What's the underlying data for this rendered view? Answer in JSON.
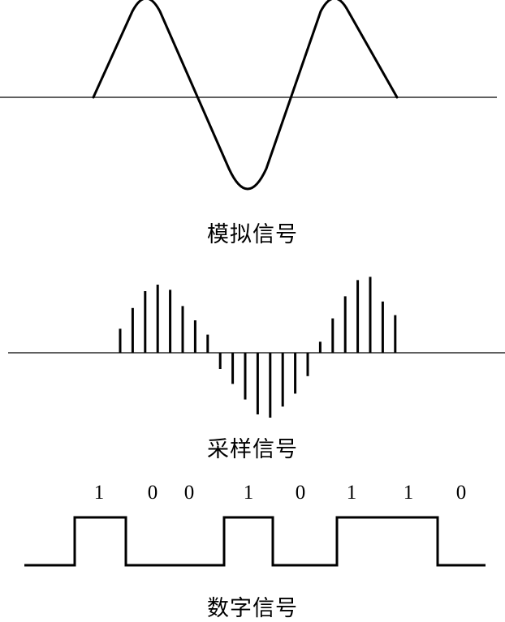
{
  "colors": {
    "line": "#000000",
    "background": "#ffffff"
  },
  "panels": {
    "analog": {
      "caption": "模拟信号"
    },
    "sampled": {
      "caption": "采样信号",
      "sample_values": [
        0.37,
        0.69,
        0.95,
        1.05,
        0.97,
        0.72,
        0.5,
        0.28,
        -0.25,
        -0.48,
        -0.72,
        -0.95,
        -1.0,
        -0.83,
        -0.63,
        -0.36,
        0.17,
        0.53,
        0.87,
        1.12,
        1.17,
        0.79,
        0.58
      ]
    },
    "digital": {
      "caption": "数字信号",
      "bits": [
        "1",
        "0",
        "0",
        "1",
        "0",
        "1",
        "1",
        "0"
      ]
    }
  }
}
